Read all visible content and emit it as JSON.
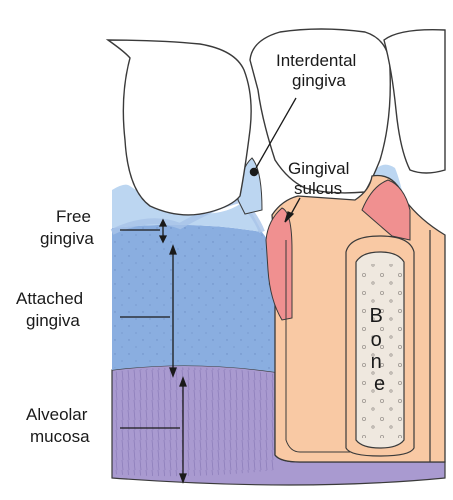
{
  "labels": {
    "interdental_gingiva": [
      "Interdental",
      "gingiva"
    ],
    "gingival_sulcus": [
      "Gingival",
      "sulcus"
    ],
    "free_gingiva": [
      "Free",
      "gingiva"
    ],
    "attached_gingiva": [
      "Attached",
      "gingiva"
    ],
    "alveolar_mucosa": [
      "Alveolar",
      "mucosa"
    ],
    "bone_letters": [
      "B",
      "o",
      "n",
      "e"
    ]
  },
  "colors": {
    "tooth_crown": "#ffffff",
    "free_gingiva": "#bcd6f1",
    "attached_gingiva": "#8aaee0",
    "alveolar_mucosa": "#a99ad0",
    "root_dentin": "#f9c9a4",
    "bone": "#efe8df",
    "sulcus_pink": "#f09090",
    "outline": "#3a3a3a"
  }
}
